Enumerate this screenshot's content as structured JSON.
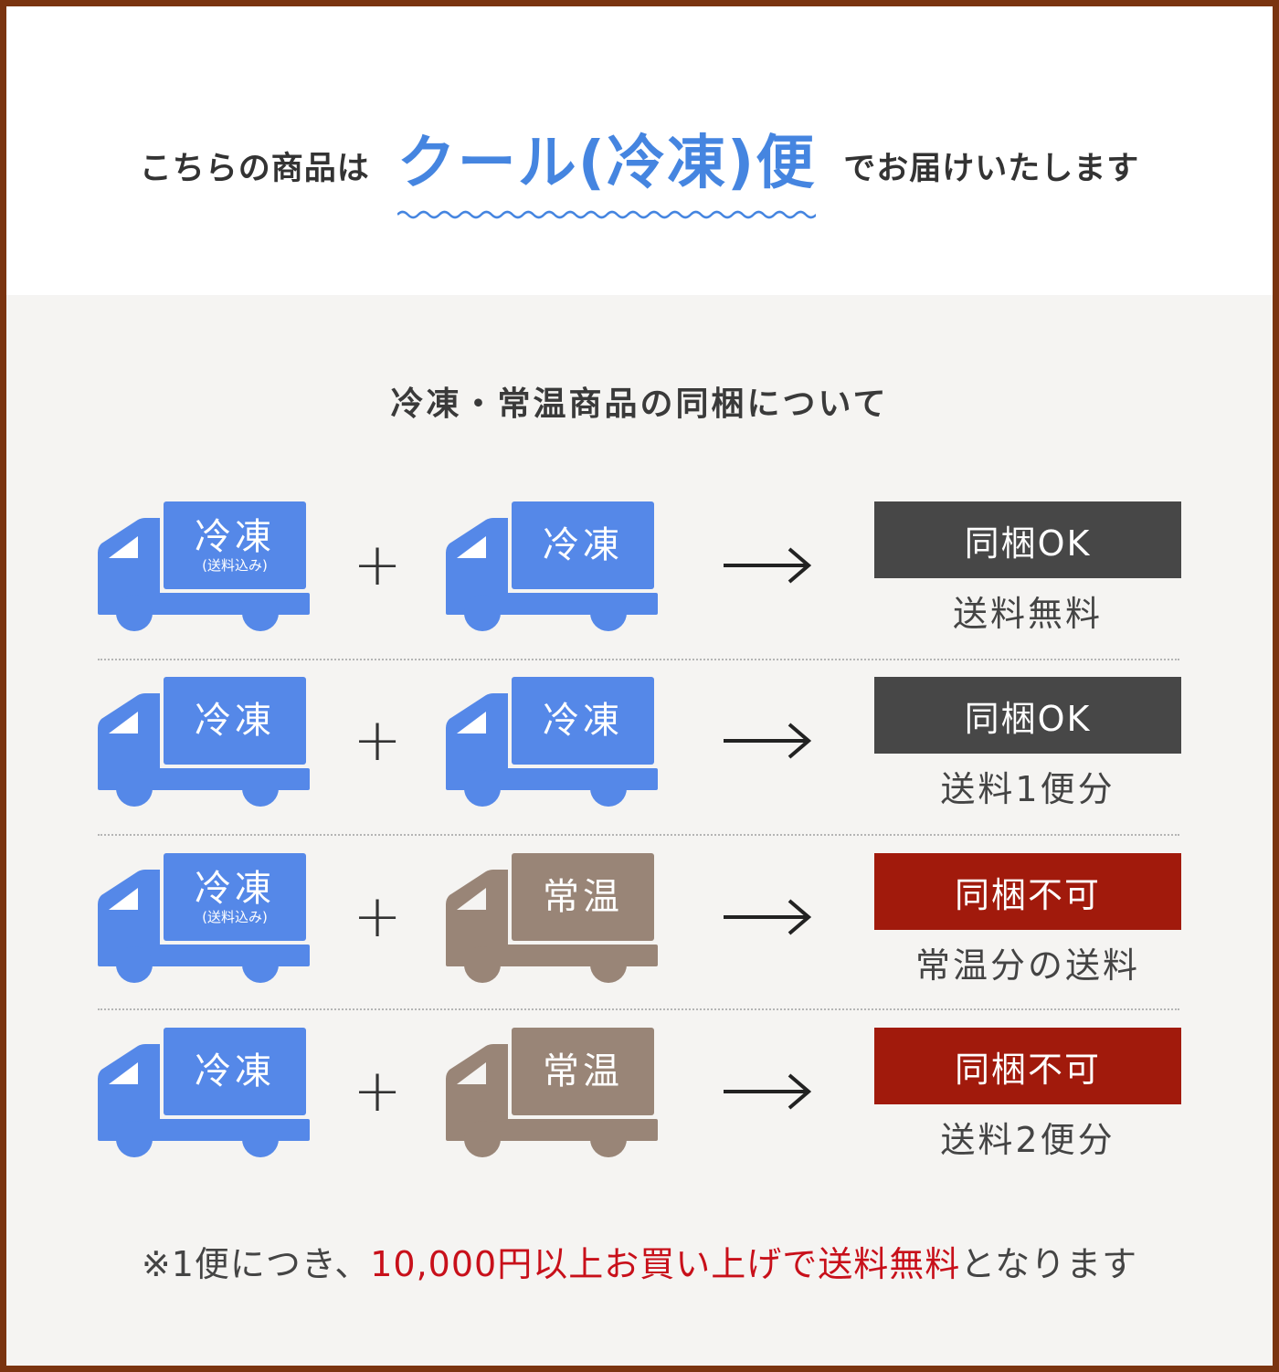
{
  "header": {
    "prefix": "こちらの商品は",
    "emphasis": "クール(冷凍)便",
    "suffix": "でお届けいたします"
  },
  "section": {
    "title": "冷凍・常温商品の同梱について"
  },
  "colors": {
    "frozen_truck": "#5588e8",
    "ambient_truck": "#998577",
    "ok_badge": "#474747",
    "ng_badge": "#a11a0c",
    "highlight": "#c8101a",
    "frame": "#7a3410"
  },
  "symbols": {
    "plus": "+",
    "arrow": "→"
  },
  "rows": [
    {
      "left": {
        "label": "冷凍",
        "sub": "(送料込み)"
      },
      "right": {
        "label": "冷凍",
        "sub": ""
      },
      "badge": "同梱OK",
      "result": "送料無料"
    },
    {
      "left": {
        "label": "冷凍",
        "sub": ""
      },
      "right": {
        "label": "冷凍",
        "sub": ""
      },
      "badge": "同梱OK",
      "result": "送料1便分"
    },
    {
      "left": {
        "label": "冷凍",
        "sub": "(送料込み)"
      },
      "right": {
        "label": "常温",
        "sub": ""
      },
      "badge": "同梱不可",
      "result": "常温分の送料"
    },
    {
      "left": {
        "label": "冷凍",
        "sub": ""
      },
      "right": {
        "label": "常温",
        "sub": ""
      },
      "badge": "同梱不可",
      "result": "送料2便分"
    }
  ],
  "note": {
    "prefix": "※1便につき、",
    "highlight": "10,000円以上お買い上げで送料無料",
    "suffix": "となります"
  }
}
